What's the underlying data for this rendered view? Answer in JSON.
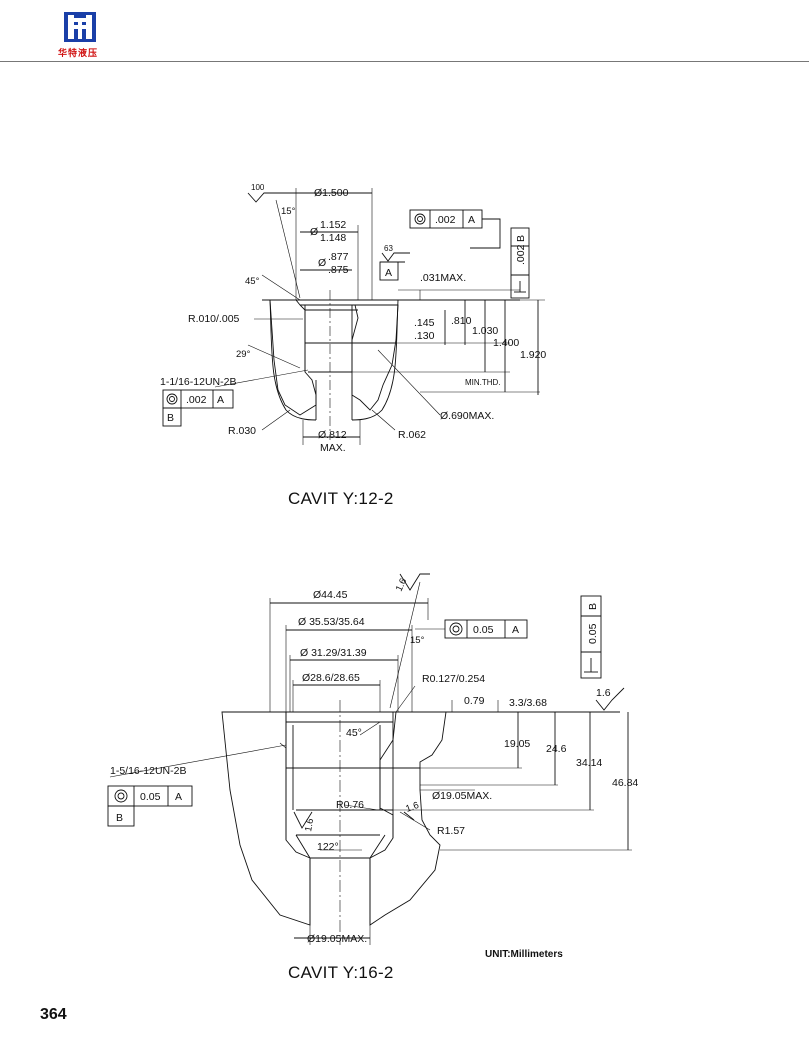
{
  "header": {
    "logo_text": "华特液压",
    "brand_color": "#d01010",
    "logo_color": "#1a3fa8",
    "logo_icon": "logo-icon"
  },
  "top": {
    "caption": "CAVIT Y:12-2",
    "labels": {
      "rough100": "100",
      "ang15": "15°",
      "d1500": "Ø1.500",
      "d1152": "1.152",
      "d1148": "1.148",
      "phi1": "Ø",
      "d877": ".877",
      "d875": ".875",
      "phi2": "Ø",
      "rough63": "63",
      "datum_a": "A",
      "ang45": "45°",
      "r010": "R.010/.005",
      "m031": ".031MAX.",
      "d145": ".145",
      "d130": ".130",
      "d810": ".810",
      "d1030": "1.030",
      "d1400": "1.400",
      "d1920": "1.920",
      "ang29": "29°",
      "thread": "1-1/16-12UN-2B",
      "minthd": "MIN.THD.",
      "r030": "R.030",
      "d812": "Ø.812",
      "max": "MAX.",
      "r062": "R.062",
      "d690": "Ø.690MAX."
    },
    "fcf_concentric": {
      "tol": ".002",
      "datum": "A",
      "symbol": "concentricity-icon"
    },
    "fcf_perp": {
      "tol": ".002",
      "datum": "B",
      "symbol": "perpendicularity-icon"
    },
    "fcf_thread": {
      "tol": ".002",
      "datum": "A",
      "datum_b": "B",
      "symbol": "concentricity-icon"
    }
  },
  "bottom": {
    "caption": "CAVIT Y:16-2",
    "unit": "UNIT:Millimeters",
    "labels": {
      "rough16a": "1.6",
      "d4445": "Ø44.45",
      "d3553": "Ø 35.53/35.64",
      "ang15": "15°",
      "d3129": "Ø 31.29/31.39",
      "d286": "Ø28.6/28.65",
      "r127": "R0.127/0.254",
      "d079": "0.79",
      "d33": "3.3/3.68",
      "rough16b": "1.6",
      "ang45": "45°",
      "d1905": "19.05",
      "d246": "24.6",
      "d3414": "34.14",
      "d4684": "46.84",
      "thread": "1-5/16-12UN-2B",
      "d1905max": "Ø19.05MAX.",
      "r076": "R0.76",
      "rough16c": "1.6",
      "r157": "R1.57",
      "rough16d": "1.6",
      "ang122": "122°",
      "d1905max2": "Ø19.05MAX."
    },
    "fcf_concentric": {
      "tol": "0.05",
      "datum": "A",
      "symbol": "concentricity-icon"
    },
    "fcf_perp": {
      "tol": "0.05",
      "datum": "B",
      "symbol": "perpendicularity-icon"
    },
    "fcf_thread": {
      "tol": "0.05",
      "datum": "A",
      "datum_b": "B",
      "symbol": "concentricity-icon"
    }
  },
  "page_number": "364"
}
